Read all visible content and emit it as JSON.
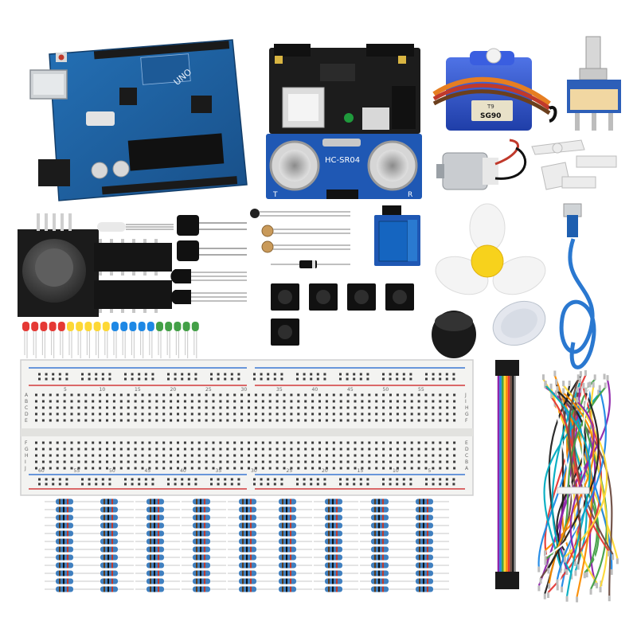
{
  "arduino": {
    "logo": "UNO"
  },
  "ultrasonic": {
    "model": "HC-SR04",
    "pin_t": "T",
    "pin_r": "R"
  },
  "servo": {
    "label": "SG90",
    "sublabel": "T9"
  },
  "breadboard": {
    "col_numbers_top": [
      "5",
      "10",
      "15",
      "20",
      "25",
      "30",
      "35",
      "40",
      "45",
      "50",
      "55"
    ],
    "col_numbers_bottom": [
      "60",
      "55",
      "50",
      "45",
      "40",
      "35",
      "30",
      "25",
      "20",
      "15",
      "10",
      "5"
    ],
    "row_letters_left_top": [
      "A",
      "B",
      "C",
      "D",
      "E"
    ],
    "row_letters_left_bottom": [
      "F",
      "G",
      "H",
      "I",
      "J"
    ],
    "row_letters_right_top": [
      "J",
      "I",
      "H",
      "G",
      "F"
    ],
    "row_letters_right_bottom": [
      "E",
      "D",
      "C",
      "B",
      "A"
    ]
  },
  "colors": {
    "board_blue": "#1f5fa0",
    "servo_blue": "#2c4fc8",
    "fan_yellow": "#f7d21c",
    "rail_red": "#d23a3a",
    "rail_blue": "#3a78d2"
  }
}
